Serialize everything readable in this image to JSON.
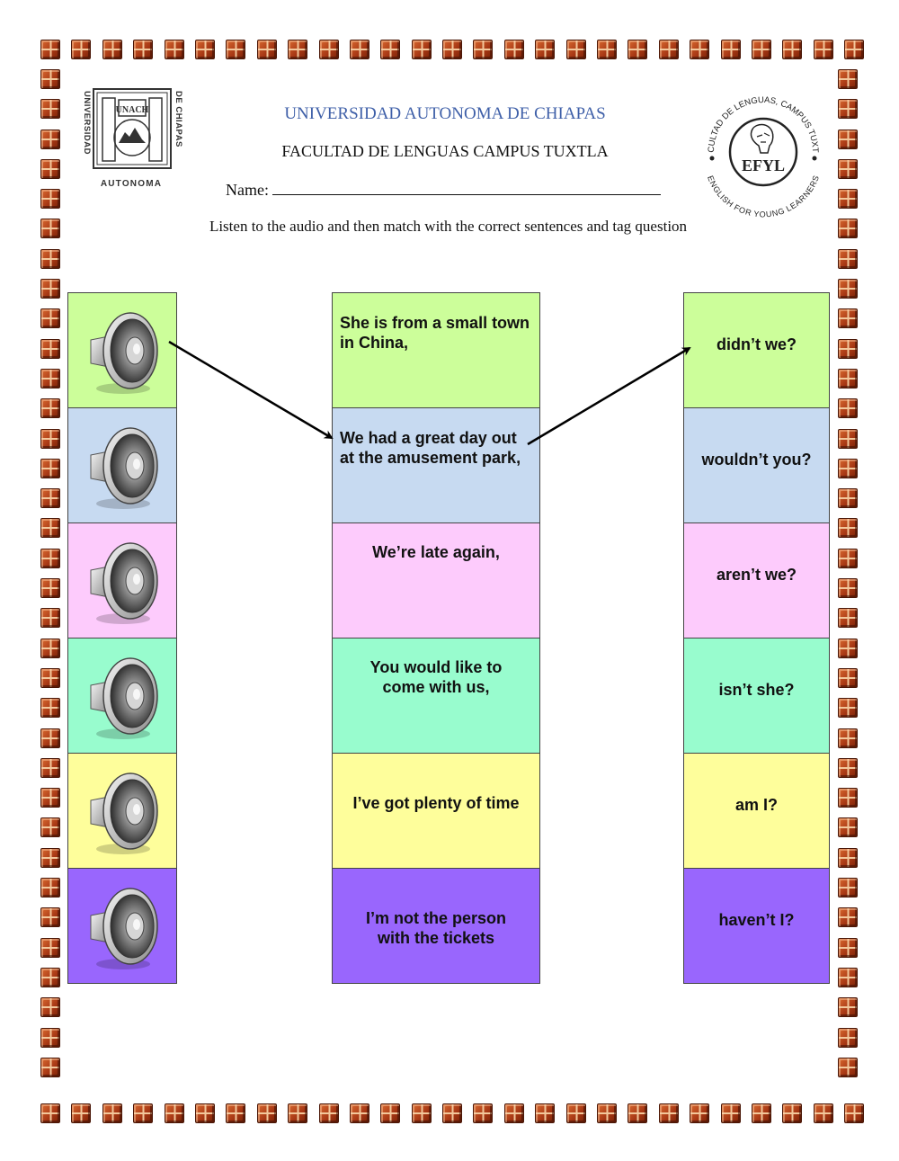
{
  "header": {
    "university": "UNIVERSIDAD AUTONOMA DE CHIAPAS",
    "faculty": "FACULTAD DE LENGUAS CAMPUS TUXTLA",
    "name_label": "Name:",
    "instructions": "Listen to the audio and then match with the correct sentences and tag question"
  },
  "logos": {
    "unach": {
      "left_text": "UNIVERSIDAD",
      "right_text": "DE CHIAPAS",
      "bottom_text": "AUTONOMA",
      "shield_text": "UNACH"
    },
    "efyl": {
      "top_text": "FACULTAD DE LENGUAS, CAMPUS TUXTLA",
      "center_text": "EFYL",
      "bottom_text": "ENGLISH FOR YOUNG LEARNERS"
    }
  },
  "colors": {
    "green": "#ccfe9a",
    "blue": "#c7daf1",
    "pink": "#fdcbfc",
    "mint": "#98fcce",
    "yellow": "#fefe9b",
    "purple": "#9966fd",
    "title_blue": "#3e5fa8",
    "brick": "#b0401a"
  },
  "rows": [
    {
      "color": "green",
      "audio_icon": "speaker-icon",
      "sentence": "She is from a small town in China,",
      "tag": "didn’t we?"
    },
    {
      "color": "blue",
      "audio_icon": "speaker-icon",
      "sentence": "We had a great day out at the amusement park,",
      "tag": "wouldn’t you?"
    },
    {
      "color": "pink",
      "audio_icon": "speaker-icon",
      "sentence": "We’re late again,",
      "tag": "aren’t we?"
    },
    {
      "color": "mint",
      "audio_icon": "speaker-icon",
      "sentence": "You would like to come with us,",
      "tag": "isn’t she?"
    },
    {
      "color": "yellow",
      "audio_icon": "speaker-icon",
      "sentence": "I’ve got plenty of time",
      "tag": "am I?"
    },
    {
      "color": "purple",
      "audio_icon": "speaker-icon",
      "sentence": "I’m not the person with the tickets",
      "tag": "haven’t I?"
    }
  ],
  "example_links": [
    {
      "from": "audio-1",
      "to": "sentence-2"
    },
    {
      "from": "sentence-2",
      "to": "tag-1"
    }
  ]
}
